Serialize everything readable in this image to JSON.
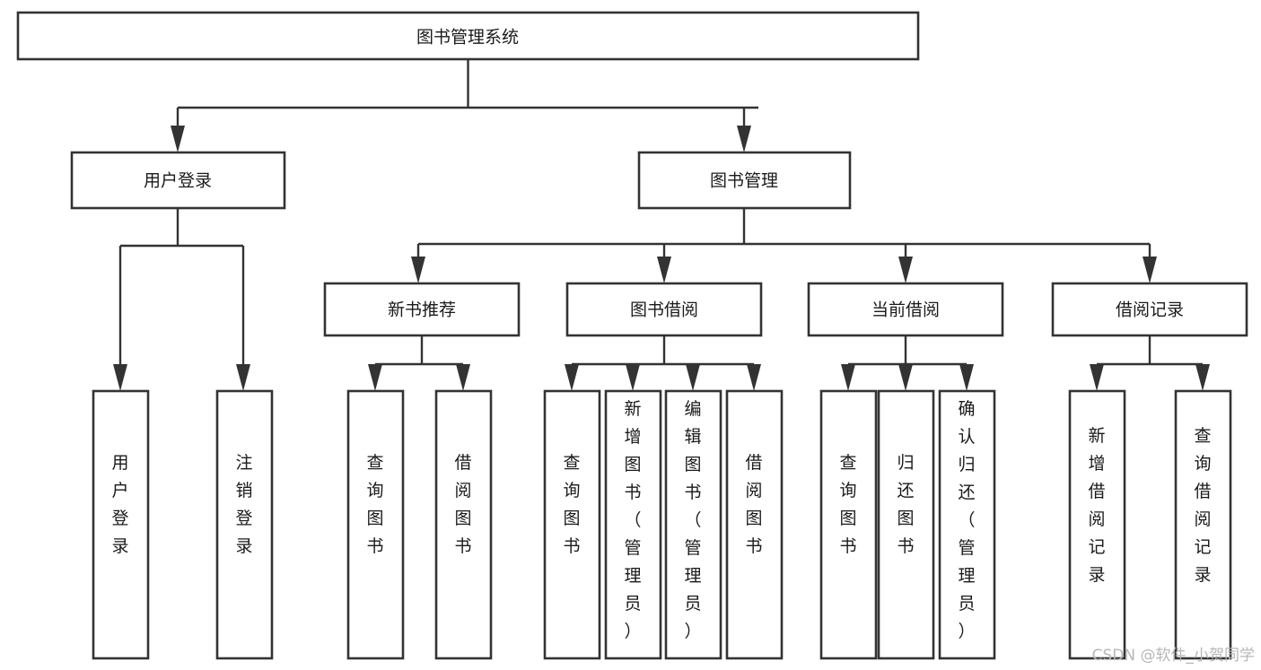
{
  "diagram": {
    "kind": "tree-structure-chart",
    "title": "图书管理系统",
    "background_color": "#ffffff",
    "box_stroke_color": "#333333",
    "box_fill_color": "#ffffff",
    "text_color": "#1a1a1a",
    "root": {
      "label": "图书管理系统"
    },
    "level2": [
      {
        "label": "用户登录"
      },
      {
        "label": "图书管理"
      }
    ],
    "level3": [
      {
        "label": "新书推荐"
      },
      {
        "label": "图书借阅"
      },
      {
        "label": "当前借阅"
      },
      {
        "label": "借阅记录"
      }
    ],
    "leaves": {
      "user_login": [
        {
          "label": "用户登录"
        },
        {
          "label": "注销登录"
        }
      ],
      "new_book_recommend": [
        {
          "label": "查询图书"
        },
        {
          "label": "借阅图书"
        }
      ],
      "book_borrow": [
        {
          "label": "查询图书"
        },
        {
          "label": "新增图书（管理员）"
        },
        {
          "label": "编辑图书（管理员）"
        },
        {
          "label": "借阅图书"
        }
      ],
      "current_borrow": [
        {
          "label": "查询图书"
        },
        {
          "label": "归还图书"
        },
        {
          "label": "确认归还（管理员）"
        }
      ],
      "borrow_record": [
        {
          "label": "新增借阅记录"
        },
        {
          "label": "查询借阅记录"
        }
      ]
    }
  },
  "watermark": {
    "text": "CSDN @软件_小贺同学",
    "color": "#b7b7b7"
  }
}
